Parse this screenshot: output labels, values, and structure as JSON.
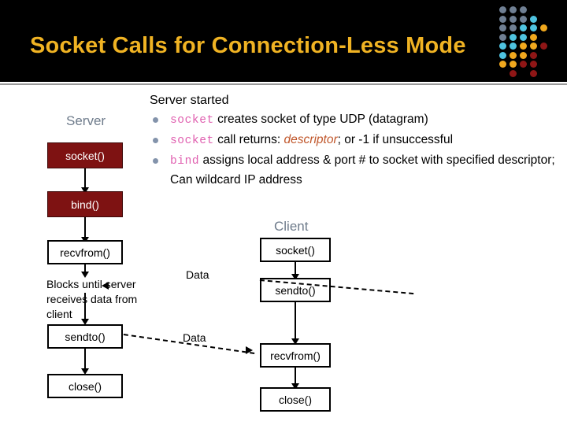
{
  "slide": {
    "title": "Socket Calls for Connection-Less Mode",
    "title_color": "#f0b323",
    "header_bg": "#000000",
    "background": "#ffffff"
  },
  "decor": {
    "name": "dot-matrix",
    "colors": [
      "#6f7f93",
      "#4fc3e0",
      "#f0a81e",
      "#8f1616"
    ]
  },
  "body": {
    "intro": "Server started",
    "bullets": [
      {
        "code": "socket",
        "rest": " creates socket of type UDP (datagram)"
      },
      {
        "code": "socket",
        "rest_a": " call returns:  ",
        "emph": "descriptor",
        "rest_b": ";  or -1 if unsuccessful"
      },
      {
        "code": "bind",
        "rest": " assigns local address & port # to socket with specified descriptor; Can wildcard IP address"
      }
    ],
    "code_color": "#e060b0",
    "emph_color": "#c0562a",
    "bullet_color": "#8393ab"
  },
  "diagram": {
    "server": {
      "label": "Server",
      "label_color": "#6e7b8b",
      "highlight_color": "#7e1212",
      "nodes": [
        {
          "label": "socket()",
          "style": "highlight"
        },
        {
          "label": "bind()",
          "style": "highlight"
        },
        {
          "label": "recvfrom()",
          "style": "plain"
        },
        {
          "label": "sendto()",
          "style": "plain"
        },
        {
          "label": "close()",
          "style": "plain"
        }
      ],
      "note": "Blocks until server receives data from client"
    },
    "client": {
      "label": "Client",
      "label_color": "#6e7b8b",
      "nodes": [
        {
          "label": "socket()",
          "style": "plain"
        },
        {
          "label": "sendto()",
          "style": "plain"
        },
        {
          "label": "recvfrom()",
          "style": "plain"
        },
        {
          "label": "close()",
          "style": "plain"
        }
      ]
    },
    "transfers": [
      {
        "label": "Data",
        "direction": "client-to-server"
      },
      {
        "label": "Data",
        "direction": "server-to-client"
      }
    ]
  }
}
